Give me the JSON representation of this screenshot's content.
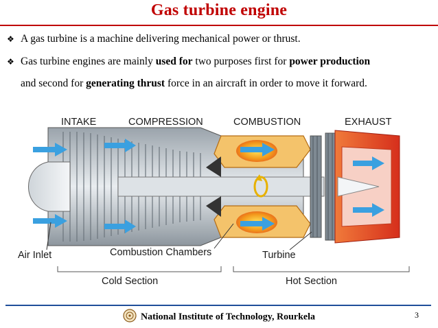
{
  "slide": {
    "title": "Gas turbine engine",
    "title_color": "#c00000",
    "bullets": [
      {
        "icon": "diamond-bullet-icon",
        "text": "A gas turbine is a machine delivering mechanical power or thrust."
      },
      {
        "icon": "diamond-bullet-icon",
        "line1": {
          "t1": "Gas turbine engines are mainly ",
          "b1": "used for",
          "t2": " two purposes first for ",
          "b2": "power production"
        },
        "line2": {
          "t1": "and second for ",
          "b1": "generating thrust",
          "t2": " force in an aircraft in order to move it forward."
        }
      }
    ]
  },
  "diagram": {
    "labels": {
      "intake": "INTAKE",
      "compression": "COMPRESSION",
      "combustion": "COMBUSTION",
      "exhaust": "EXHAUST",
      "air_inlet": "Air Inlet",
      "combustion_chambers": "Combustion Chambers",
      "turbine": "Turbine",
      "cold_section": "Cold Section",
      "hot_section": "Hot Section"
    },
    "colors": {
      "airflow": "#3aa0e0",
      "hot_section": "#e8432a",
      "flame": "#f39a1c"
    }
  },
  "footer": {
    "logo_icon": "institute-logo-icon",
    "organization": "National Institute of Technology, Rourkela",
    "page_number": "3"
  }
}
